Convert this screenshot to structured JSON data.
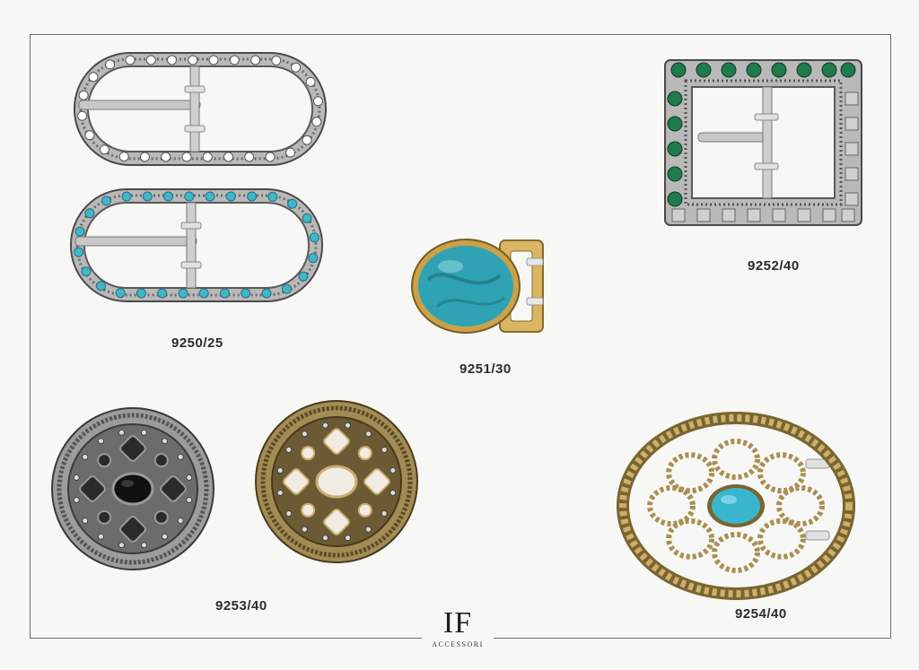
{
  "catalog": {
    "items": [
      {
        "code": "9250/25",
        "stone_color": "#ffffff",
        "metal_color": "#b9b9b9"
      },
      {
        "code": "9250/25",
        "stone_color": "#3fb7c9",
        "metal_color": "#b9b9b9"
      },
      {
        "code": "9251/30",
        "stone_color": "#2fa3b3",
        "metal_color": "#c9a24a"
      },
      {
        "code": "9252/40",
        "stone_color": "#1f7a4d",
        "metal_color": "#b9b9b9"
      },
      {
        "code": "9253/40",
        "stone_color": "#1a1a1a",
        "metal_color": "#9c9c9c"
      },
      {
        "code": "9253/40",
        "stone_color": "#f1ece3",
        "metal_color": "#a38b55"
      },
      {
        "code": "9254/40",
        "stone_color": "#39b6cc",
        "metal_color": "#a88f52"
      }
    ],
    "labels": {
      "a": "9250/25",
      "b": "9251/30",
      "c": "9252/40",
      "d": "9253/40",
      "e": "9254/40"
    }
  },
  "brand": {
    "mark": "IF",
    "sub": "ACCESSORI"
  }
}
